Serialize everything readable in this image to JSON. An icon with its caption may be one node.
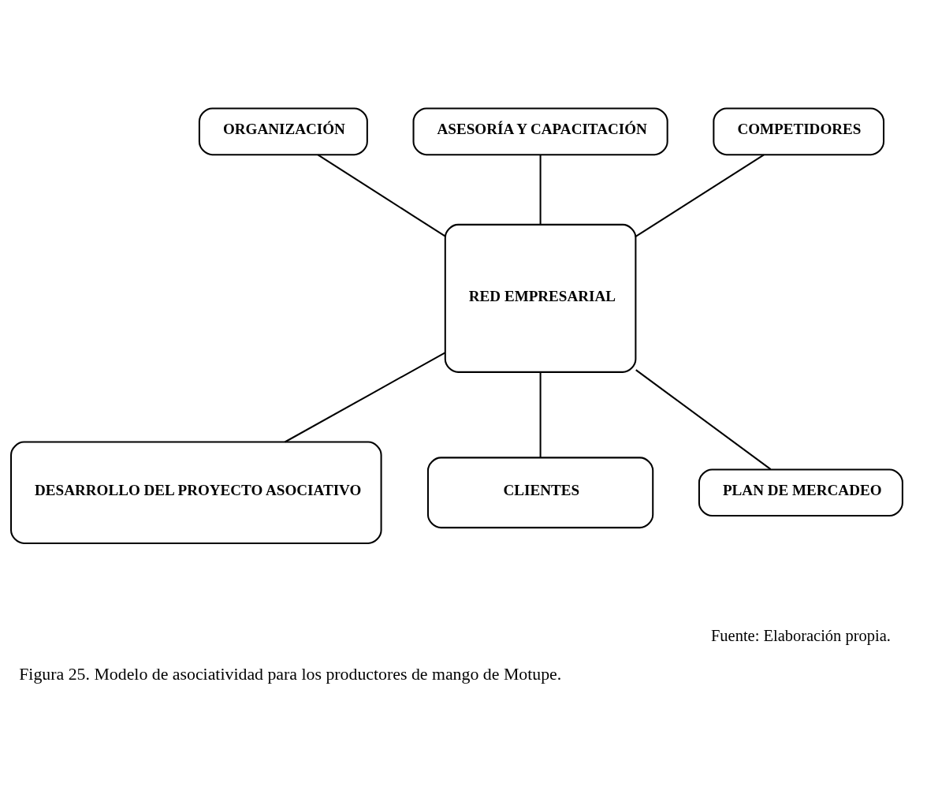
{
  "diagram": {
    "caption": "Figura 25. Modelo de asociatividad para los productores de mango de Motupe.",
    "nodes": [
      {
        "text": [
          "ORGANIZACIÓN"
        ]
      },
      {
        "text": [
          "ASESORÍA Y CAPACITACIÓN"
        ]
      },
      {
        "text": [
          "COMPETIDORES"
        ]
      },
      {
        "text": [
          "RED EMPRESARIAL"
        ]
      },
      {
        "text": [
          "DESARROLLO DEL PROYECTO ASOCIATIVO"
        ]
      },
      {
        "text": [
          "CLIENTES"
        ]
      },
      {
        "text": [
          "PLAN DE MERCADEO"
        ]
      }
    ],
    "edges": [
      {
        "from": 0,
        "to": 3,
        "arrow": "none"
      },
      {
        "from": 1,
        "to": 3,
        "arrow": "none"
      },
      {
        "from": 2,
        "to": 3,
        "arrow": "none"
      },
      {
        "from": 3,
        "to": 4,
        "arrow": "none"
      },
      {
        "from": 3,
        "to": 5,
        "arrow": "none"
      },
      {
        "from": 3,
        "to": 6,
        "arrow": "none"
      }
    ],
    "labels": [
      "Fuente: Elaboración propia."
    ]
  }
}
